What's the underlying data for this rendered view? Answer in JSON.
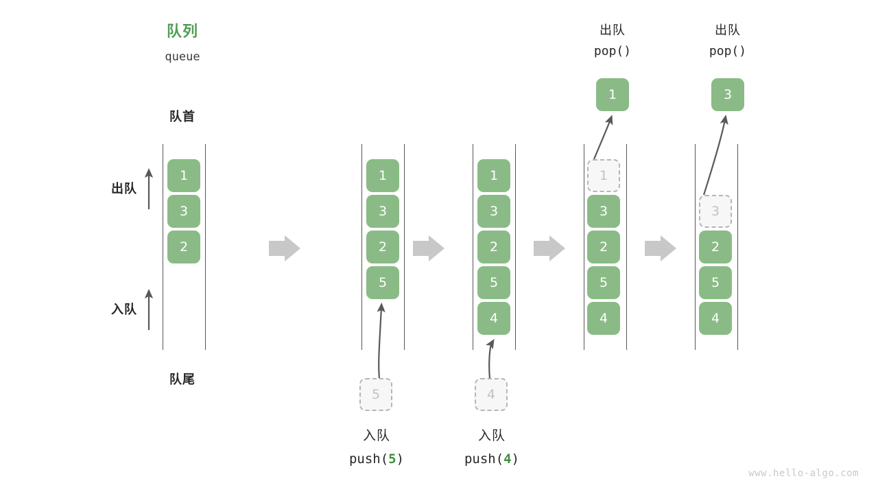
{
  "diagram": {
    "title_cn": "队列",
    "title_en": "queue",
    "head_label": "队首",
    "tail_label": "队尾",
    "dequeue_label": "出队",
    "enqueue_label": "入队",
    "watermark": "www.hello-algo.com",
    "accent_green": "#4f9e52",
    "cell_green": "#8abb86",
    "ghost_gray": "#c2c2c2",
    "arrow_gray": "#c8c8c8",
    "rail_gray": "#555555"
  },
  "columns": [
    {
      "id": "initial",
      "cells": [
        {
          "value": "1",
          "state": "filled"
        },
        {
          "value": "3",
          "state": "filled"
        },
        {
          "value": "2",
          "state": "filled"
        }
      ]
    },
    {
      "id": "after-push-5",
      "cells": [
        {
          "value": "1",
          "state": "filled"
        },
        {
          "value": "3",
          "state": "filled"
        },
        {
          "value": "2",
          "state": "filled"
        },
        {
          "value": "5",
          "state": "filled"
        }
      ],
      "incoming": {
        "value": "5",
        "state": "ghost"
      },
      "caption_cn": "入队",
      "caption_code_prefix": "push(",
      "caption_code_arg": "5",
      "caption_code_suffix": ")"
    },
    {
      "id": "after-push-4",
      "cells": [
        {
          "value": "1",
          "state": "filled"
        },
        {
          "value": "3",
          "state": "filled"
        },
        {
          "value": "2",
          "state": "filled"
        },
        {
          "value": "5",
          "state": "filled"
        },
        {
          "value": "4",
          "state": "filled"
        }
      ],
      "incoming": {
        "value": "4",
        "state": "ghost"
      },
      "caption_cn": "入队",
      "caption_code_prefix": "push(",
      "caption_code_arg": "4",
      "caption_code_suffix": ")"
    },
    {
      "id": "after-pop-1",
      "cells": [
        {
          "value": "1",
          "state": "ghost"
        },
        {
          "value": "3",
          "state": "filled"
        },
        {
          "value": "2",
          "state": "filled"
        },
        {
          "value": "5",
          "state": "filled"
        },
        {
          "value": "4",
          "state": "filled"
        }
      ],
      "outgoing": {
        "value": "1",
        "state": "filled"
      },
      "caption_cn": "出队",
      "caption_code": "pop()"
    },
    {
      "id": "after-pop-3",
      "cells": [
        {
          "value": "3",
          "state": "ghost"
        },
        {
          "value": "2",
          "state": "filled"
        },
        {
          "value": "5",
          "state": "filled"
        },
        {
          "value": "4",
          "state": "filled"
        }
      ],
      "outgoing": {
        "value": "3",
        "state": "filled"
      },
      "caption_cn": "出队",
      "caption_code": "pop()"
    }
  ]
}
